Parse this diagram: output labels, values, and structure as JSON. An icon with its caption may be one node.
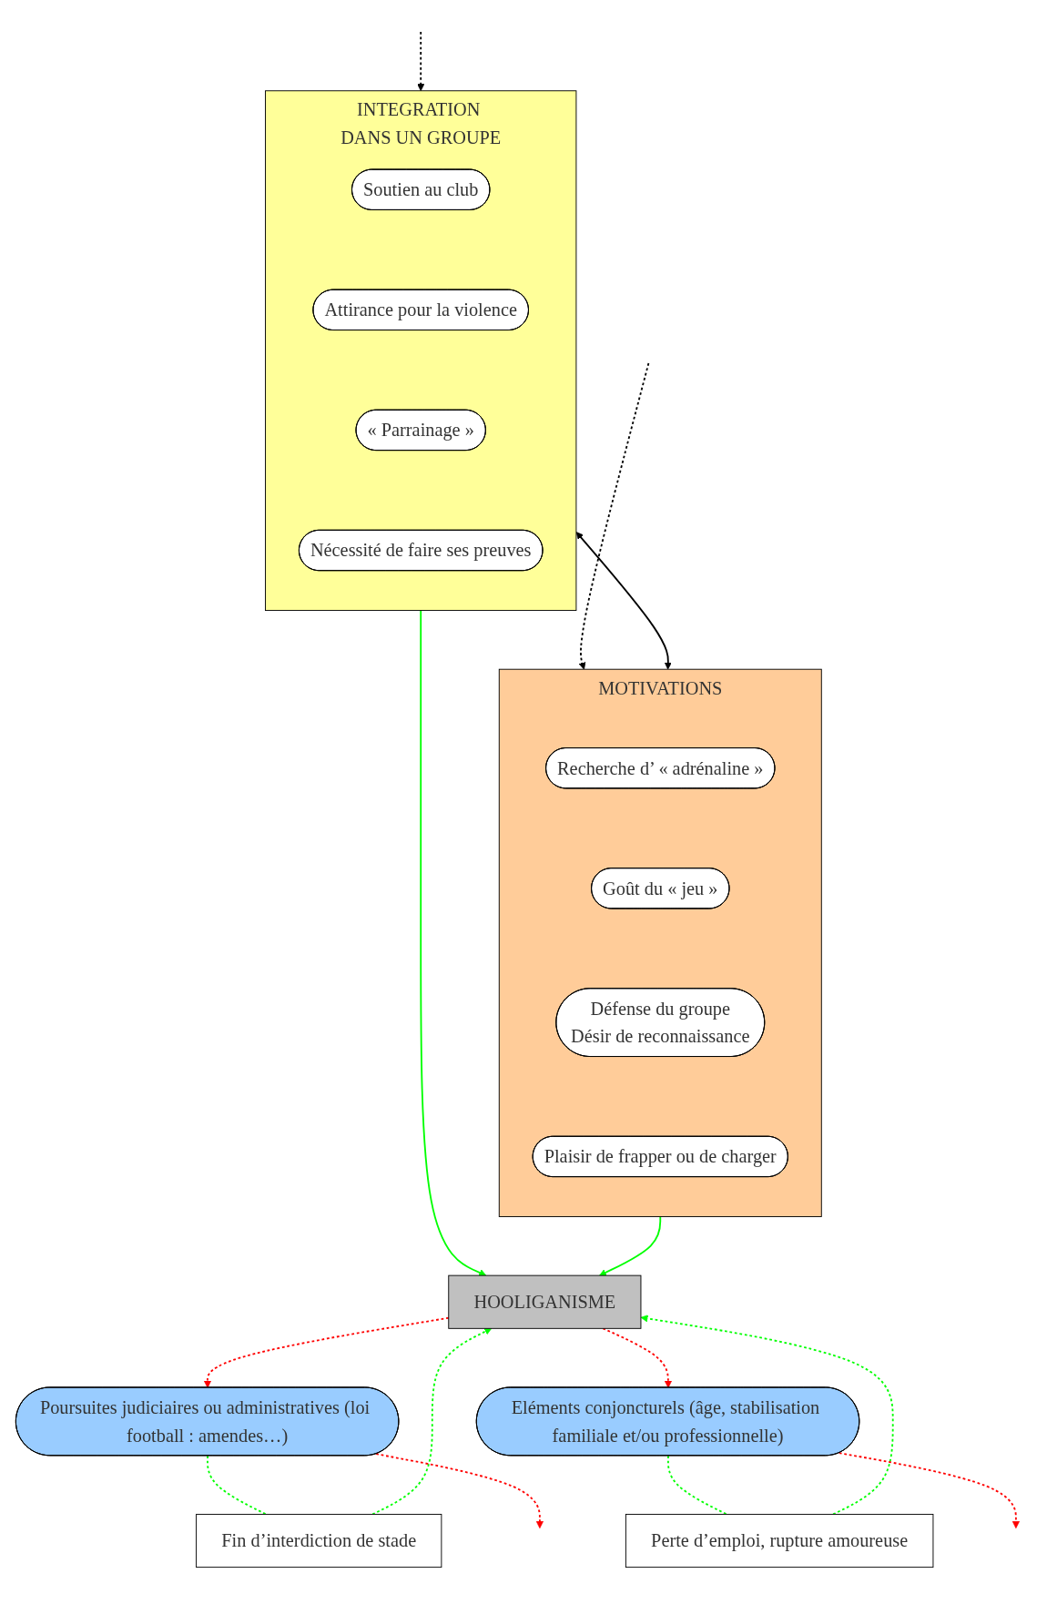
{
  "diagram": {
    "nodes": [
      {
        "text": [
          "INTEGRATION DANS UN GROUPE"
        ]
      },
      {
        "text": [
          "Soutien au club"
        ],
        "in": 0
      },
      {
        "text": [
          "Attirance pour la violence"
        ],
        "in": 0
      },
      {
        "text": [
          "« Parrainage »"
        ],
        "in": 0
      },
      {
        "text": [
          "Nécessité de faire ses preuves"
        ],
        "in": 0
      },
      {
        "text": [
          "MOTIVATIONS"
        ]
      },
      {
        "text": [
          "Recherche d’ « adrénaline »"
        ],
        "in": 5
      },
      {
        "text": [
          "Goût du « jeu »"
        ],
        "in": 5
      },
      {
        "text": [
          "Défense du groupe",
          "Désir de reconnaissance"
        ],
        "in": 5
      },
      {
        "text": [
          "Plaisir de frapper ou de charger"
        ],
        "in": 5
      },
      {
        "text": [
          "HOOLIGANISME"
        ]
      },
      {
        "text": [
          "Fin d’interdiction de stade"
        ]
      },
      {
        "text": [
          "Perte d’emploi, rupture amoureuse"
        ]
      },
      {
        "text": [
          "Poursuites judiciaires ou administratives (loi football : amendes…)"
        ]
      },
      {
        "text": [
          "Eléments conjoncturels (âge, stabilisation familiale et/ou professionnelle)"
        ]
      }
    ],
    "edges": [
      {
        "from": null,
        "to": 0,
        "arrow": "to",
        "style": "dashed",
        "color": "#000000"
      },
      {
        "from": null,
        "to": 5,
        "arrow": "to",
        "style": "dashed",
        "color": "#000000"
      },
      {
        "from": 0,
        "to": 5,
        "arrow": "both",
        "color": "#000000"
      },
      {
        "from": 0,
        "to": 10,
        "arrow": "to",
        "color": "#00ff00"
      },
      {
        "from": 5,
        "to": 10,
        "arrow": "to",
        "color": "#00ff00"
      },
      {
        "from": 10,
        "to": 13,
        "arrow": "to",
        "style": "dashed",
        "color": "#ff0000"
      },
      {
        "from": 10,
        "to": 14,
        "arrow": "to",
        "style": "dashed",
        "color": "#ff0000"
      },
      {
        "from": 13,
        "to": 11,
        "arrow": "none",
        "style": "dashed",
        "color": "#00ff00"
      },
      {
        "from": 11,
        "to": 10,
        "arrow": "to",
        "style": "dashed",
        "color": "#00ff00"
      },
      {
        "from": 14,
        "to": 12,
        "arrow": "none",
        "style": "dashed",
        "color": "#00ff00"
      },
      {
        "from": 12,
        "to": 10,
        "arrow": "to",
        "style": "dashed",
        "color": "#00ff00"
      },
      {
        "from": 13,
        "to": null,
        "arrow": "to",
        "style": "dashed",
        "color": "#ff0000"
      },
      {
        "from": 14,
        "to": null,
        "arrow": "to",
        "style": "dashed",
        "color": "#ff0000"
      }
    ]
  }
}
